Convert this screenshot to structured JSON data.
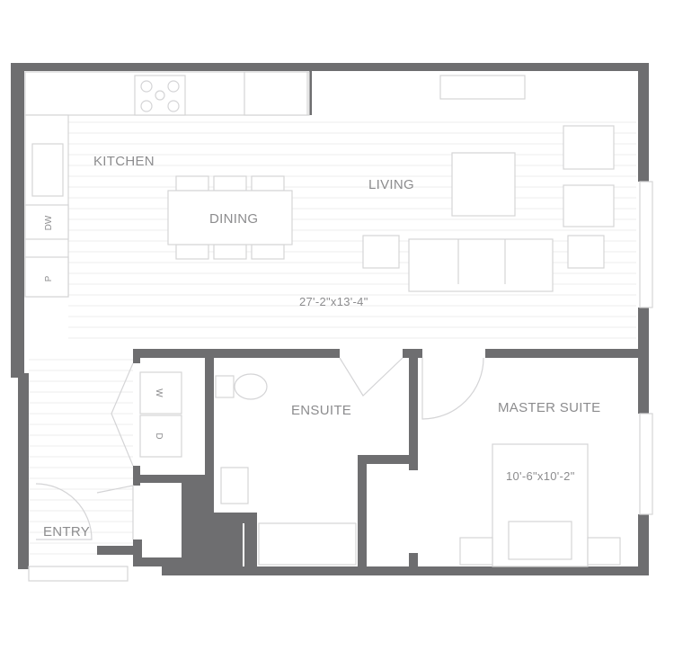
{
  "rooms": {
    "kitchen": "KITCHEN",
    "living": "LIVING",
    "dining": "DINING",
    "ensuite": "ENSUITE",
    "master_suite": "MASTER SUITE",
    "entry": "ENTRY"
  },
  "dimensions": {
    "main": "27'-2\"x13'-4\"",
    "master": "10'-6\"x10'-2\""
  },
  "appliances": {
    "dishwasher": "DW",
    "pantry": "P",
    "washer": "W",
    "dryer": "D"
  },
  "colors": {
    "wall": "#6e6e70",
    "fixture": "#d4d4d6",
    "label": "#8c8c8e"
  }
}
